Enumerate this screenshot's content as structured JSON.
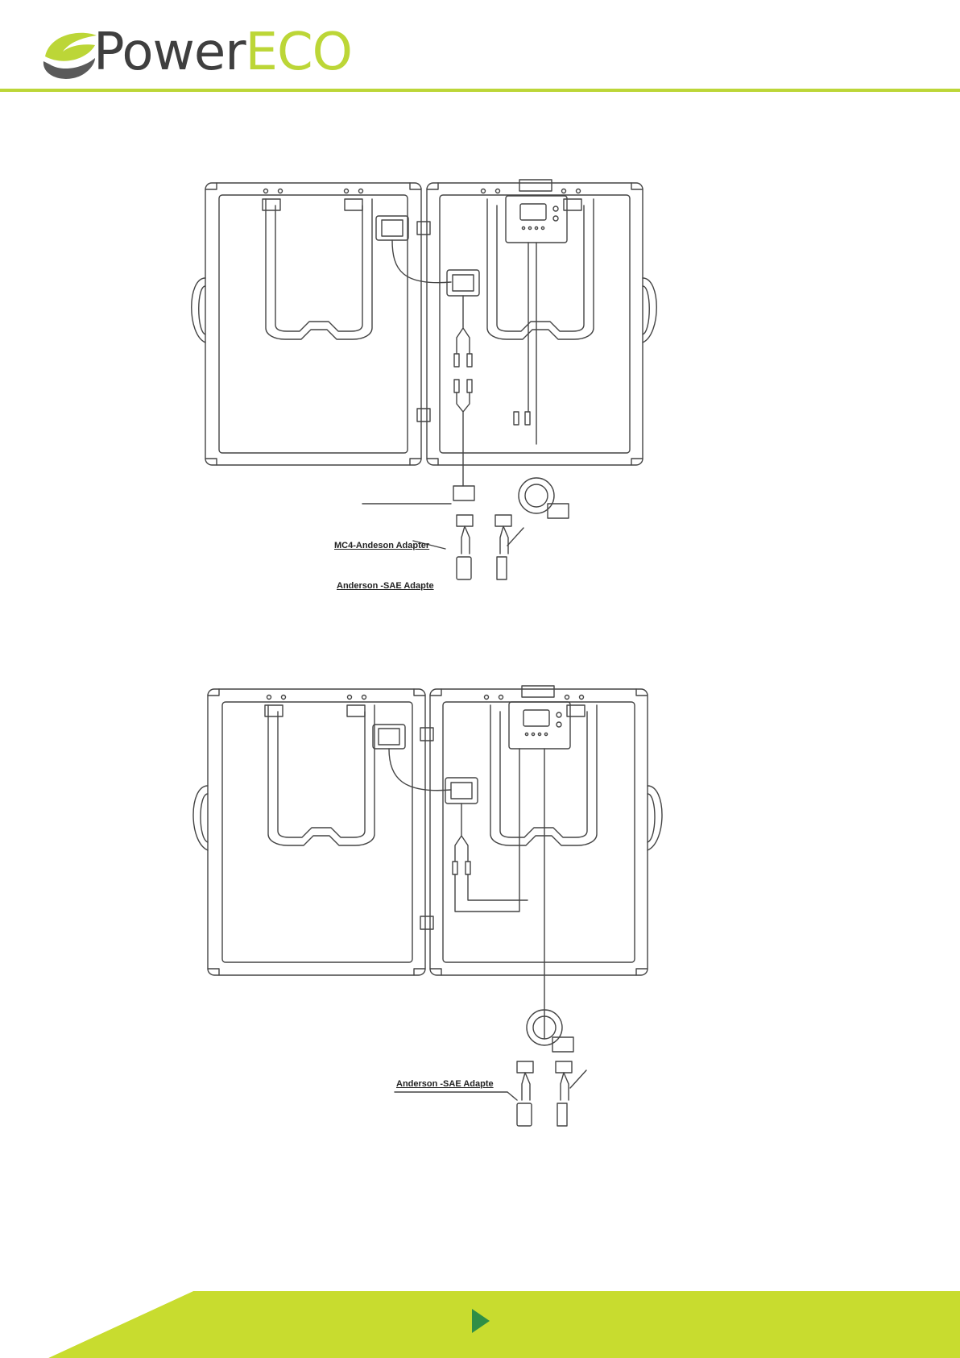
{
  "brand": {
    "name_part1": "Power",
    "name_part2": "ECO",
    "colors": {
      "accent": "#bcd637",
      "dark": "#3f3f3f",
      "line": "#444444"
    }
  },
  "diagrams": [
    {
      "labels": {
        "adapter_mc4": "MC4-Andeson  Adapter",
        "adapter_sae": "Anderson -SAE Adapte"
      }
    },
    {
      "labels": {
        "adapter_sae": "Anderson -SAE Adapte"
      }
    }
  ],
  "footer": {
    "icon": "play-arrow-icon"
  }
}
